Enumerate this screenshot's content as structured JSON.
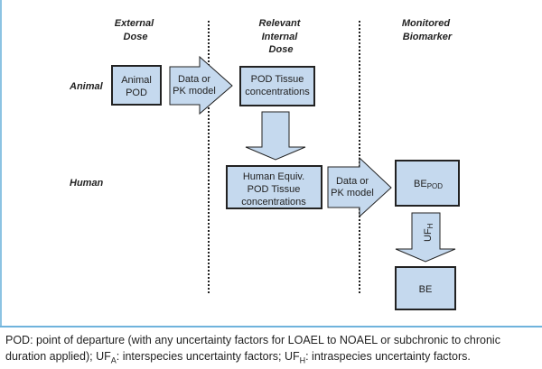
{
  "headers": {
    "external": [
      "External",
      "Dose"
    ],
    "internal": [
      "Relevant",
      "Internal",
      "Dose"
    ],
    "biomarker": [
      "Monitored",
      "Biomarker"
    ]
  },
  "rows": {
    "animal": "Animal",
    "human": "Human"
  },
  "boxes": {
    "animal_pod": [
      "Animal",
      "POD"
    ],
    "pod_tissue": [
      "POD Tissue",
      "concentrations"
    ],
    "human_equiv": [
      "Human Equiv.",
      "POD Tissue",
      "concentrations"
    ],
    "be_pod": {
      "main": "BE",
      "sub": "POD"
    },
    "be": "BE"
  },
  "arrows": {
    "pk1": [
      "Data or",
      "PK model"
    ],
    "pk2": [
      "Data or",
      "PK model"
    ],
    "uf_h": {
      "main": "UF",
      "sub": "H"
    }
  },
  "caption": {
    "p1": "POD: point of departure (with any uncertainty factors for LOAEL to NOAEL or subchronic to chronic duration applied); UF",
    "s1": "A",
    "p2": ": interspecies uncertainty factors; UF",
    "s2": "H",
    "p3": ": intraspecies uncertainty factors."
  },
  "colors": {
    "fill": "#c5d9ee",
    "accent_line": "#6fb3dc"
  }
}
